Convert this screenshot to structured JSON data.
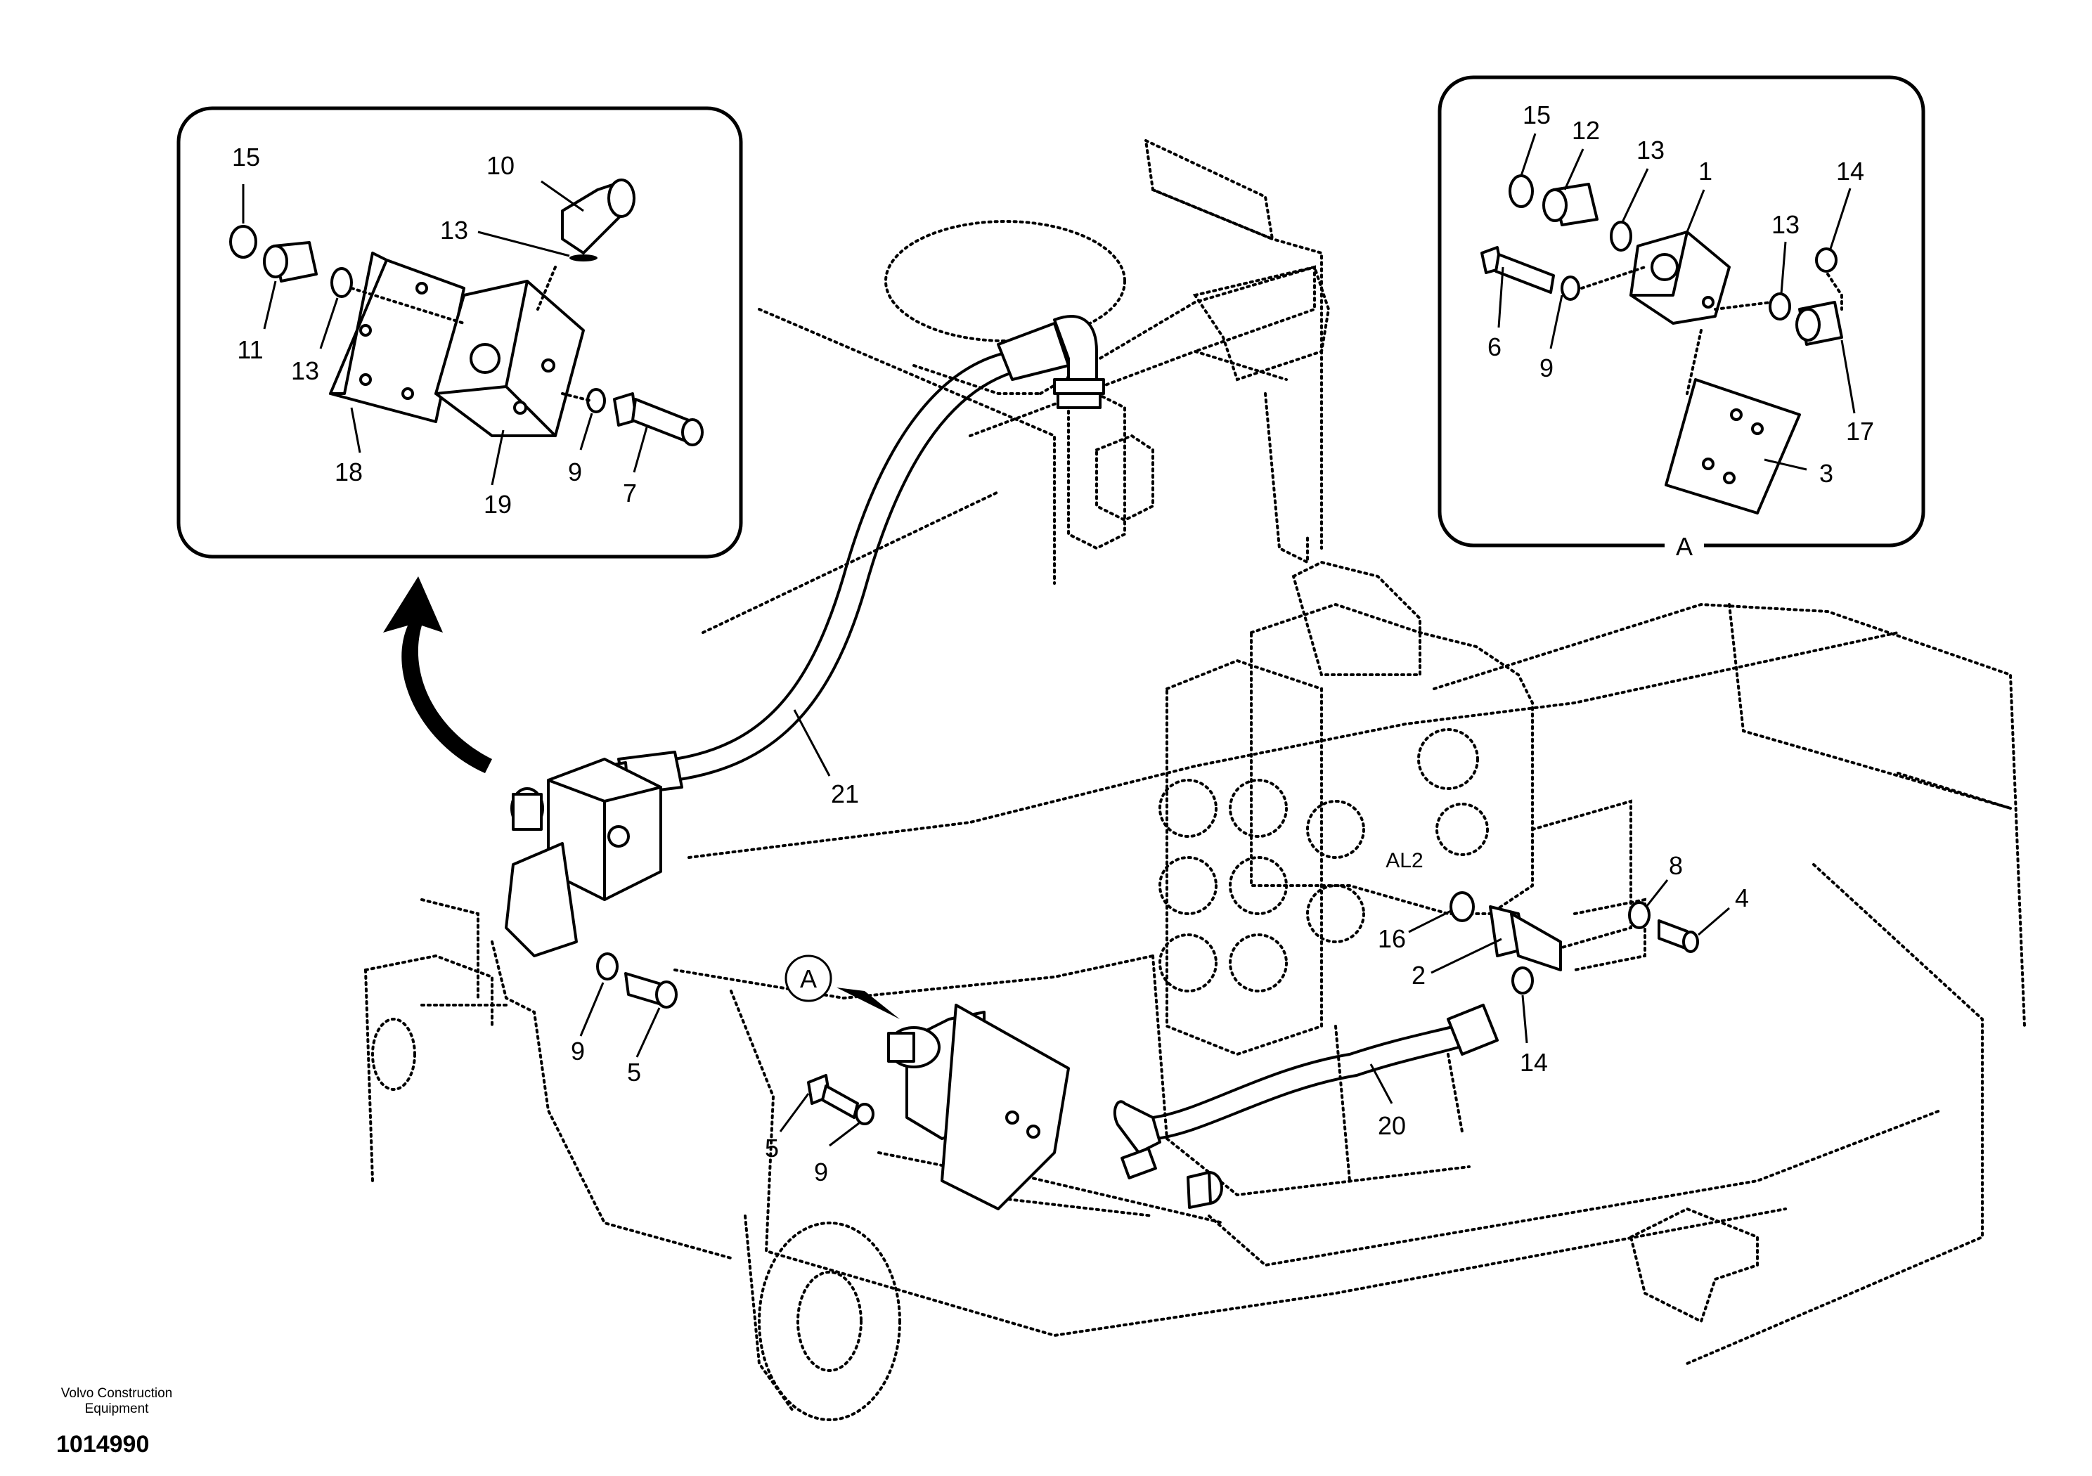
{
  "footer": {
    "company_line1": "Volvo Construction",
    "company_line2": "Equipment",
    "document_number": "1014990"
  },
  "detail_left": {
    "callouts": [
      "15",
      "10",
      "13",
      "11",
      "13",
      "18",
      "19",
      "9",
      "7"
    ]
  },
  "detail_a": {
    "view_label": "A",
    "callouts": [
      "15",
      "12",
      "13",
      "1",
      "14",
      "6",
      "9",
      "13",
      "17",
      "3"
    ]
  },
  "main_view": {
    "callouts": [
      "21",
      "9",
      "5",
      "5",
      "9",
      "20",
      "16",
      "2",
      "8",
      "4",
      "14"
    ],
    "view_marker": "A",
    "port_label": "AL2"
  }
}
